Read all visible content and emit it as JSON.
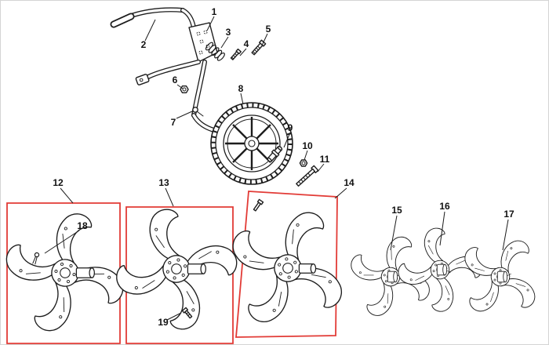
{
  "diagram": {
    "name": "exploded-parts-diagram",
    "subject": "tiller-cultivator-parts",
    "colors": {
      "line": "#1d1d1d",
      "highlight_box": "#e23b36",
      "background": "#ffffff"
    }
  },
  "callouts": {
    "c1": {
      "label": "1"
    },
    "c2": {
      "label": "2"
    },
    "c3": {
      "label": "3"
    },
    "c4": {
      "label": "4"
    },
    "c5": {
      "label": "5"
    },
    "c6": {
      "label": "6"
    },
    "c7": {
      "label": "7"
    },
    "c8": {
      "label": "8"
    },
    "c9": {
      "label": "9"
    },
    "c10": {
      "label": "10"
    },
    "c11": {
      "label": "11"
    },
    "c12": {
      "label": "12"
    },
    "c13": {
      "label": "13"
    },
    "c14": {
      "label": "14"
    },
    "c15": {
      "label": "15"
    },
    "c16": {
      "label": "16"
    },
    "c17": {
      "label": "17"
    },
    "c18": {
      "label": "18"
    },
    "c19": {
      "label": "19"
    }
  }
}
